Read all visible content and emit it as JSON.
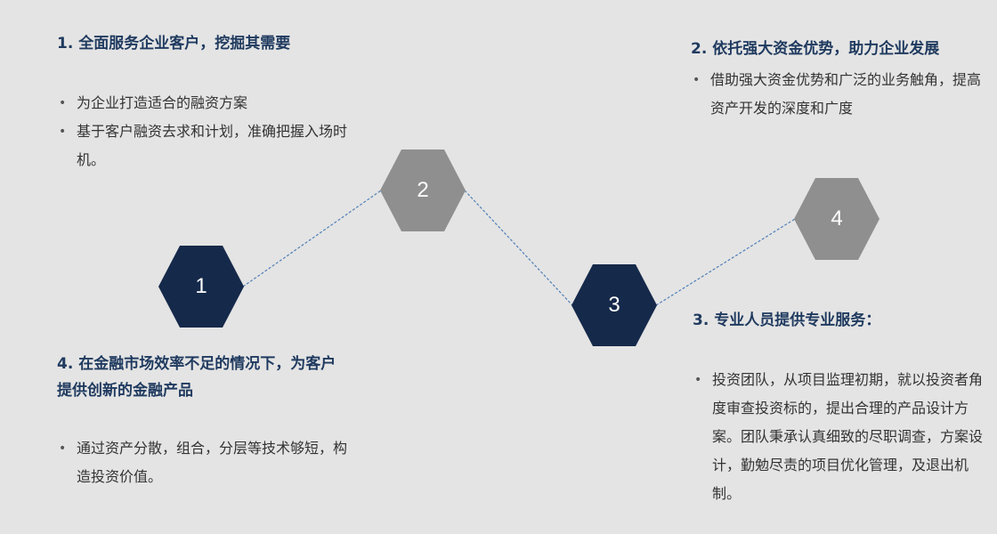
{
  "nodes": [
    {
      "label": "1",
      "tone": "dark",
      "color": "#15294a"
    },
    {
      "label": "2",
      "tone": "gray",
      "color": "#8f8f8f"
    },
    {
      "label": "3",
      "tone": "dark",
      "color": "#15294a"
    },
    {
      "label": "4",
      "tone": "gray",
      "color": "#8f8f8f"
    }
  ],
  "connector_color": "#4f7fb8",
  "blocks": {
    "block1": {
      "heading": "1. 全面服务企业客户，挖掘其需要",
      "bullets": [
        "为企业打造适合的融资方案",
        "基于客户融资去求和计划，准确把握入场时机。"
      ]
    },
    "block2": {
      "heading": "2. 依托强大资金优势，助力企业发展",
      "bullets": [
        "借助强大资金优势和广泛的业务触角，提高资产开发的深度和广度"
      ]
    },
    "block3": {
      "heading": "3. 专业人员提供专业服务：",
      "bullets": [
        "投资团队，从项目监理初期，就以投资者角度审查投资标的，提出合理的产品设计方案。团队秉承认真细致的尽职调查，方案设计，勤勉尽责的项目优化管理，及退出机制。"
      ]
    },
    "block4": {
      "heading": "4. 在金融市场效率不足的情况下，为客户提供创新的金融产品",
      "bullets": [
        "通过资产分散，组合，分层等技术够短，构造投资价值。"
      ]
    }
  }
}
